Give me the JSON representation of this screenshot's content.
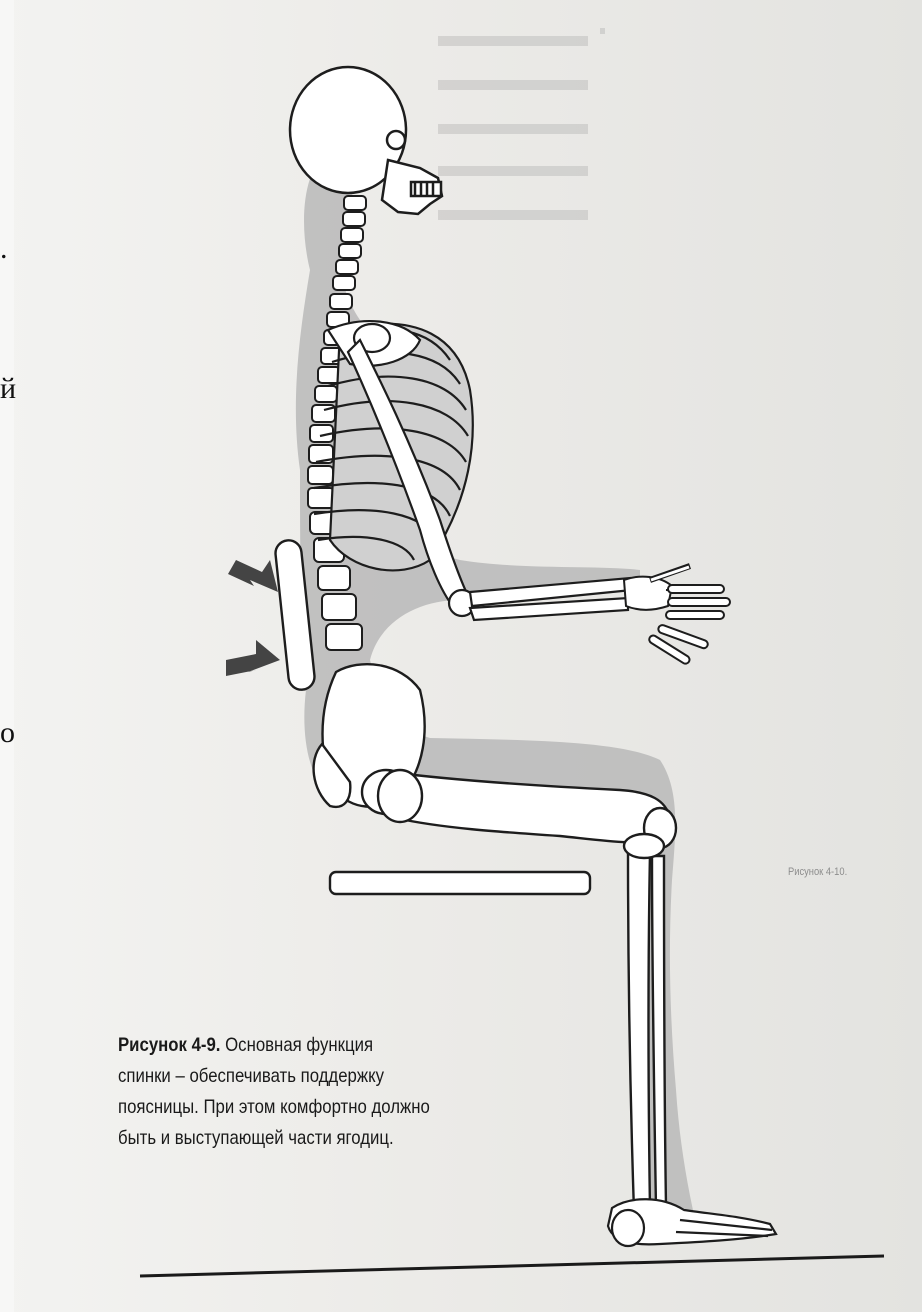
{
  "figure": {
    "label": "Рисунок 4-9.",
    "caption_lines": [
      " Основная функция",
      "спинки – обеспечивать поддержку",
      "поясницы. При этом комфортно должно",
      "быть и выступающей части ягодиц."
    ]
  },
  "left_margin": {
    "chars": [
      ".",
      "й",
      "о"
    ]
  },
  "right_caption": "Рисунок 4-10."
}
